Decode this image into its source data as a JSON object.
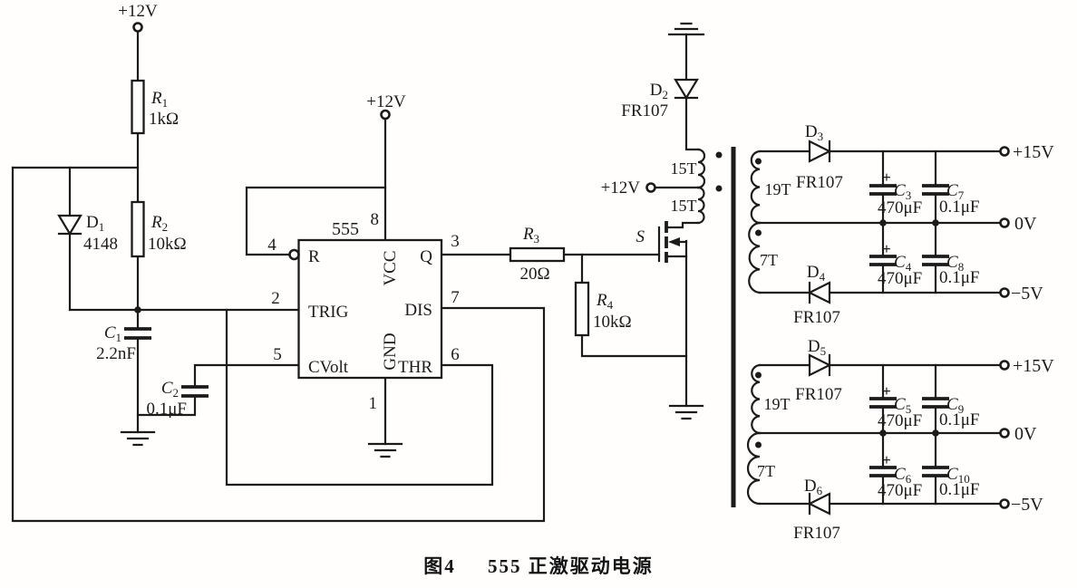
{
  "colors": {
    "bg": "#fffefd",
    "ink": "#1b1b1b"
  },
  "caption": {
    "figure": "图4",
    "title": "555 正激驱动电源"
  },
  "power": {
    "rail_left": "+12V",
    "rail_ic": "+12V",
    "rail_primary": "+12V"
  },
  "ic555": {
    "name": "555",
    "pins": {
      "reset": {
        "num": "4",
        "label": "R"
      },
      "trig": {
        "num": "2",
        "label": "TRIG"
      },
      "cvolt": {
        "num": "5",
        "label": "CVolt"
      },
      "vcc": {
        "num": "8",
        "label": "VCC"
      },
      "gnd": {
        "num": "1",
        "label": "GND"
      },
      "q": {
        "num": "3",
        "label": "Q"
      },
      "dis": {
        "num": "7",
        "label": "DIS"
      },
      "thr": {
        "num": "6",
        "label": "THR"
      }
    }
  },
  "components": {
    "r1": {
      "ref": "R",
      "sub": "1",
      "value": "1kΩ"
    },
    "r2": {
      "ref": "R",
      "sub": "2",
      "value": "10kΩ"
    },
    "r3": {
      "ref": "R",
      "sub": "3",
      "value": "20Ω"
    },
    "r4": {
      "ref": "R",
      "sub": "4",
      "value": "10kΩ"
    },
    "c1": {
      "ref": "C",
      "sub": "1",
      "value": "2.2nF"
    },
    "c2": {
      "ref": "C",
      "sub": "2",
      "value": "0.1μF"
    },
    "c3": {
      "ref": "C",
      "sub": "3",
      "value": "470μF"
    },
    "c4": {
      "ref": "C",
      "sub": "4",
      "value": "470μF"
    },
    "c5": {
      "ref": "C",
      "sub": "5",
      "value": "470μF"
    },
    "c6": {
      "ref": "C",
      "sub": "6",
      "value": "470μF"
    },
    "c7": {
      "ref": "C",
      "sub": "7",
      "value": "0.1μF"
    },
    "c8": {
      "ref": "C",
      "sub": "8",
      "value": "0.1μF"
    },
    "c9": {
      "ref": "C",
      "sub": "9",
      "value": "0.1μF"
    },
    "c10": {
      "ref": "C",
      "sub": "10",
      "value": "0.1μF"
    },
    "d1": {
      "ref": "D",
      "sub": "1",
      "value": "4148"
    },
    "d2": {
      "ref": "D",
      "sub": "2",
      "value": "FR107"
    },
    "d3": {
      "ref": "D",
      "sub": "3",
      "value": "FR107"
    },
    "d4": {
      "ref": "D",
      "sub": "4",
      "value": "FR107"
    },
    "d5": {
      "ref": "D",
      "sub": "5",
      "value": "FR107"
    },
    "d6": {
      "ref": "D",
      "sub": "6",
      "value": "FR107"
    },
    "mosfet": {
      "ref": "S"
    }
  },
  "transformer": {
    "primary": [
      "15T",
      "15T"
    ],
    "sec_top": [
      "19T",
      "7T"
    ],
    "sec_bottom": [
      "19T",
      "7T"
    ]
  },
  "outputs": {
    "top": [
      "+15V",
      "0V",
      "−5V"
    ],
    "bottom": [
      "+15V",
      "0V",
      "−5V"
    ]
  },
  "marks": {
    "plus": "+"
  }
}
